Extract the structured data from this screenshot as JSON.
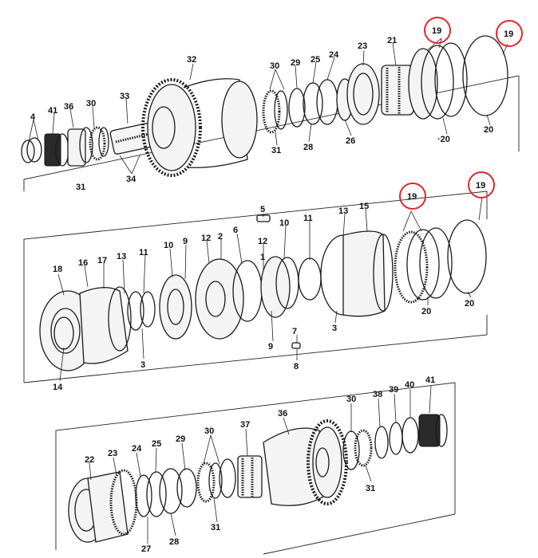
{
  "title": "",
  "highlight_color": "#e0262b",
  "part_labels": {
    "top": {
      "p4": "4",
      "p41": "41",
      "p36": "36",
      "p30a": "30",
      "p31": "31",
      "p33": "33",
      "p34": "34",
      "p32": "32",
      "p30b": "30",
      "p29": "29",
      "p25": "25",
      "p24": "24",
      "p23": "23",
      "p21": "21",
      "p31b": "31",
      "p28": "28",
      "p26": "26",
      "p20a": "·20",
      "p20b": "20",
      "p19a": "19",
      "p19b": "19"
    },
    "middle": {
      "p18": "18",
      "p16": "16",
      "p17": "17",
      "p13a": "13",
      "p11a": "11",
      "p10a": "10",
      "p9a": "9",
      "p12a": "12",
      "p2": "2",
      "p6": "6",
      "p5": "5",
      "p10b": "10",
      "p11b": "11",
      "p13b": "13",
      "p15": "15",
      "p12b": "12",
      "p1": "1",
      "p9b": "9",
      "p7": "7",
      "p8": "8",
      "p3a": "3",
      "p3b": "3",
      "p14": "14",
      "p20a": "20",
      "p20b": "20",
      "p19a": "19",
      "p19b": "19"
    },
    "bottom": {
      "p22": "22",
      "p23": "23",
      "p24": "24",
      "p25": "25",
      "p29": "29",
      "p30a": "30",
      "p37": "37",
      "p36": "36",
      "p30b": "30",
      "p38": "38",
      "p39": "39",
      "p40": "40",
      "p41": "41",
      "p31a": "31",
      "p31b": "31",
      "p28": "28",
      "p27": "27"
    }
  }
}
